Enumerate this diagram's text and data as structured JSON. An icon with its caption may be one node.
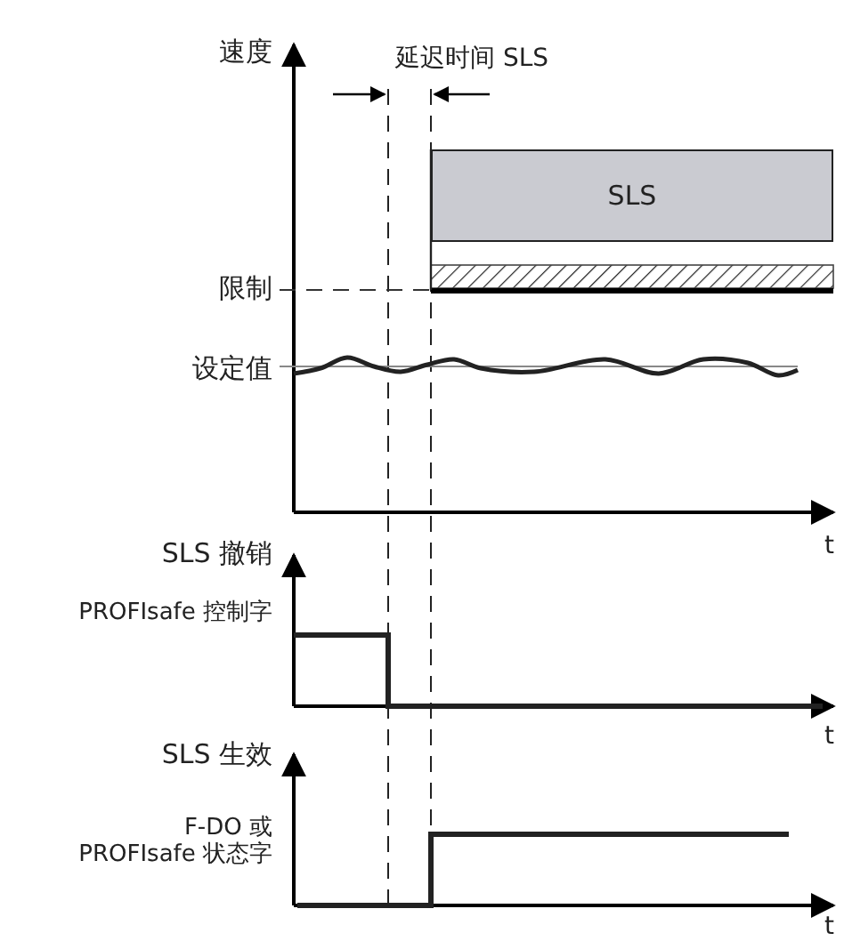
{
  "diagram": {
    "nodes": [
      {
        "text": [
          "SLS"
        ]
      }
    ],
    "labels": [
      "速度",
      "延迟时间 SLS",
      "限制",
      "设定值",
      "t",
      "SLS 撤销",
      "PROFIsafe 控制字",
      "t",
      "SLS 生效",
      "F-DO 或 PROFIsafe 状态字",
      "t"
    ]
  }
}
